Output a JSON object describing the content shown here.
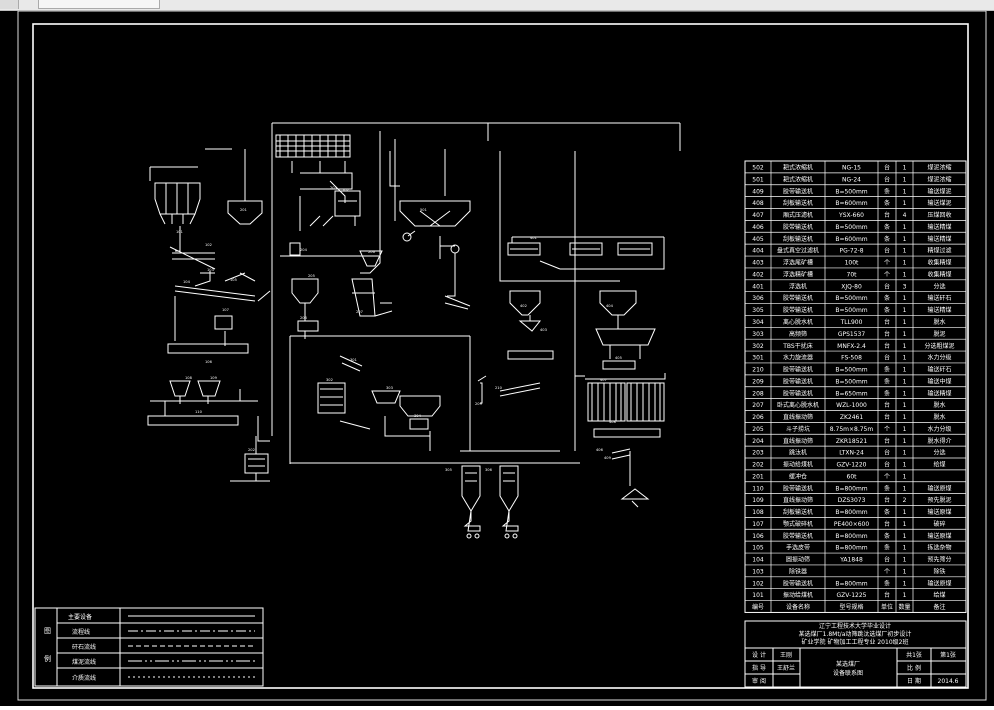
{
  "equipment_table": {
    "rows": [
      [
        "502",
        "耙式浓缩机",
        "NG-15",
        "台",
        "1",
        "煤泥浓缩"
      ],
      [
        "501",
        "耙式浓缩机",
        "NG-24",
        "台",
        "1",
        "煤泥浓缩"
      ],
      [
        "409",
        "胶带输送机",
        "B=500mm",
        "条",
        "1",
        "输送煤泥"
      ],
      [
        "408",
        "刮板输送机",
        "B=600mm",
        "条",
        "1",
        "输送煤泥"
      ],
      [
        "407",
        "厢式压滤机",
        "YSX-660",
        "台",
        "4",
        "压煤回收"
      ],
      [
        "406",
        "胶带输送机",
        "B=500mm",
        "条",
        "1",
        "输送精煤"
      ],
      [
        "405",
        "刮板输送机",
        "B=600mm",
        "条",
        "1",
        "输送精煤"
      ],
      [
        "404",
        "盘式真空过滤机",
        "PG-72-8",
        "台",
        "1",
        "精煤过滤"
      ],
      [
        "403",
        "浮选尾矿槽",
        "100t",
        "个",
        "1",
        "收集精煤"
      ],
      [
        "402",
        "浮选精矿槽",
        "70t",
        "个",
        "1",
        "收集精煤"
      ],
      [
        "401",
        "浮选机",
        "XJQ-80",
        "台",
        "3",
        "分选"
      ],
      [
        "306",
        "胶带输送机",
        "B=500mm",
        "条",
        "1",
        "输送矸石"
      ],
      [
        "305",
        "胶带输送机",
        "B=500mm",
        "条",
        "1",
        "输送精煤"
      ],
      [
        "304",
        "离心脱水机",
        "TLL900",
        "台",
        "1",
        "脱水"
      ],
      [
        "303",
        "高频筛",
        "GPS1537",
        "台",
        "1",
        "脱泥"
      ],
      [
        "302",
        "TBS干扰床",
        "MNFX-2.4",
        "台",
        "1",
        "分选粗煤泥"
      ],
      [
        "301",
        "水力旋流器",
        "FS-508",
        "台",
        "1",
        "水力分级"
      ],
      [
        "210",
        "胶带输送机",
        "B=500mm",
        "条",
        "1",
        "输送矸石"
      ],
      [
        "209",
        "胶带输送机",
        "B=500mm",
        "条",
        "1",
        "输送中煤"
      ],
      [
        "208",
        "胶带输送机",
        "B=650mm",
        "条",
        "1",
        "输送精煤"
      ],
      [
        "207",
        "卧式离心脱水机",
        "WZL-1000",
        "台",
        "1",
        "脱水"
      ],
      [
        "206",
        "直线振动筛",
        "ZK2461",
        "台",
        "1",
        "脱水"
      ],
      [
        "205",
        "斗子捞坑",
        "8.75m×8.75m",
        "个",
        "1",
        "水力分级"
      ],
      [
        "204",
        "直线振动筛",
        "ZKR18521",
        "台",
        "1",
        "脱水得介"
      ],
      [
        "203",
        "跳汰机",
        "LTXN-24",
        "台",
        "1",
        "分选"
      ],
      [
        "202",
        "振动给煤机",
        "GZV-1220",
        "台",
        "1",
        "给煤"
      ],
      [
        "201",
        "缓冲仓",
        "60t",
        "个",
        "1",
        ""
      ],
      [
        "110",
        "胶带输送机",
        "B=800mm",
        "条",
        "1",
        "输送原煤"
      ],
      [
        "109",
        "直线振动筛",
        "DZS3073",
        "台",
        "2",
        "预先脱泥"
      ],
      [
        "108",
        "刮板输送机",
        "B=800mm",
        "条",
        "1",
        "输送原煤"
      ],
      [
        "107",
        "颚式破碎机",
        "PE400×600",
        "台",
        "1",
        "破碎"
      ],
      [
        "106",
        "胶带输送机",
        "B=800mm",
        "条",
        "1",
        "输送原煤"
      ],
      [
        "105",
        "手选皮带",
        "B=800mm",
        "条",
        "1",
        "拣选杂物"
      ],
      [
        "104",
        "圆振动筛",
        "YA1848",
        "台",
        "1",
        "预先筛分"
      ],
      [
        "103",
        "除铁器",
        "",
        "个",
        "1",
        "除铁"
      ],
      [
        "102",
        "胶带输送机",
        "B=800mm",
        "条",
        "1",
        "输送原煤"
      ],
      [
        "101",
        "振动给煤机",
        "GZV-1225",
        "台",
        "1",
        "给煤"
      ]
    ],
    "header": [
      "编号",
      "设备名称",
      "型号规格",
      "单位",
      "数量",
      "备注"
    ]
  },
  "legend": {
    "side_label": [
      "图",
      "例"
    ],
    "items": [
      "主要设备",
      "流程线",
      "矸石流线",
      "煤泥流线",
      "介质流线"
    ]
  },
  "title_block": {
    "school": [
      "辽宁工程技术大学毕业设计",
      "某选煤厂1.8Mt/a动筛跳汰选煤厂初步设计",
      "矿业学院 矿物加工工程专业 2010级2班"
    ],
    "labels": [
      "设 计",
      "指 导",
      "审 阅"
    ],
    "persons": [
      "王刚",
      "王舒兰"
    ],
    "drawing_title": [
      "某选煤厂",
      "设备联系图"
    ],
    "sheet": [
      "共1张",
      "第1张"
    ],
    "scale_label": "比 例",
    "date_label": "日 期",
    "date": "2014.6"
  },
  "diagram_labels": [
    "101",
    "102",
    "103",
    "104",
    "105",
    "106",
    "107",
    "108",
    "109",
    "110",
    "201",
    "202",
    "203",
    "204",
    "205",
    "206",
    "207",
    "208",
    "209",
    "210",
    "301",
    "302",
    "303",
    "304",
    "305",
    "306",
    "401",
    "402",
    "403",
    "404",
    "405",
    "406",
    "407",
    "408",
    "409",
    "501",
    "502"
  ],
  "colors": {
    "background": "#000000",
    "line": "#ffffff",
    "frame": "#ffffff"
  }
}
